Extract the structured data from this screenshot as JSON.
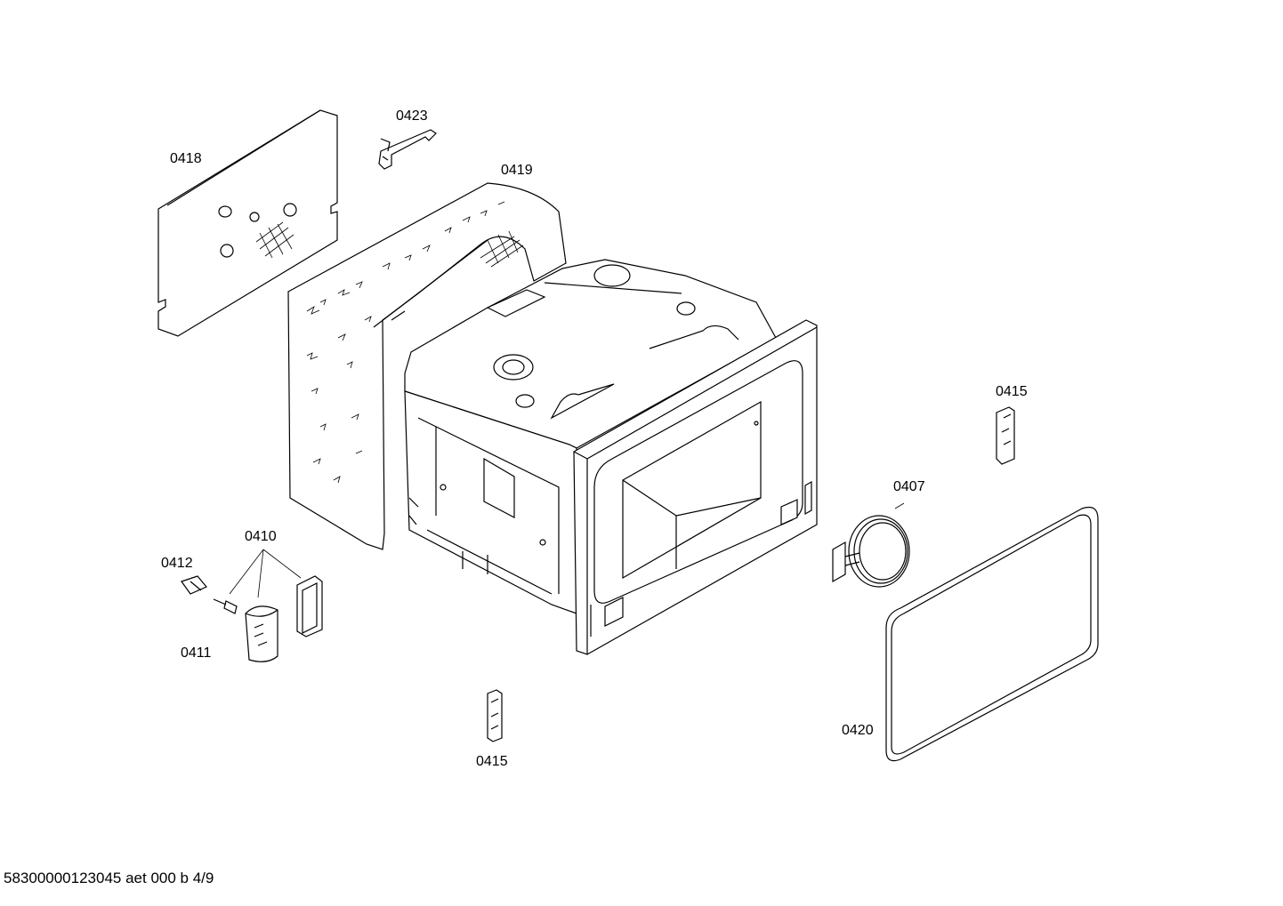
{
  "labels": {
    "p0418": "0418",
    "p0423": "0423",
    "p0419": "0419",
    "p0415_right": "0415",
    "p0407": "0407",
    "p0410": "0410",
    "p0412": "0412",
    "p0411": "0411",
    "p0415_bottom": "0415",
    "p0420": "0420"
  },
  "footer": "58300000123045 aet 000 b 4/9"
}
